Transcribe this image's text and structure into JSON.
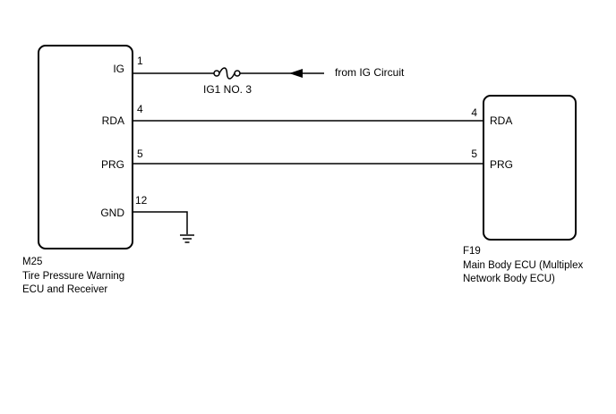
{
  "source_signal": "from IG Circuit",
  "fuse": {
    "label": "IG1 NO. 3"
  },
  "ecu_left": {
    "code": "M25",
    "name_line1": "Tire Pressure Warning",
    "name_line2": "ECU and Receiver",
    "pins": {
      "ig": {
        "label": "IG",
        "number": "1"
      },
      "rda": {
        "label": "RDA",
        "number": "4"
      },
      "prg": {
        "label": "PRG",
        "number": "5"
      },
      "gnd": {
        "label": "GND",
        "number": "12"
      }
    }
  },
  "ecu_right": {
    "code": "F19",
    "name_line1": "Main Body ECU (Multiplex",
    "name_line2": "Network Body ECU)",
    "pins": {
      "rda": {
        "label": "RDA",
        "number": "4"
      },
      "prg": {
        "label": "PRG",
        "number": "5"
      }
    }
  }
}
